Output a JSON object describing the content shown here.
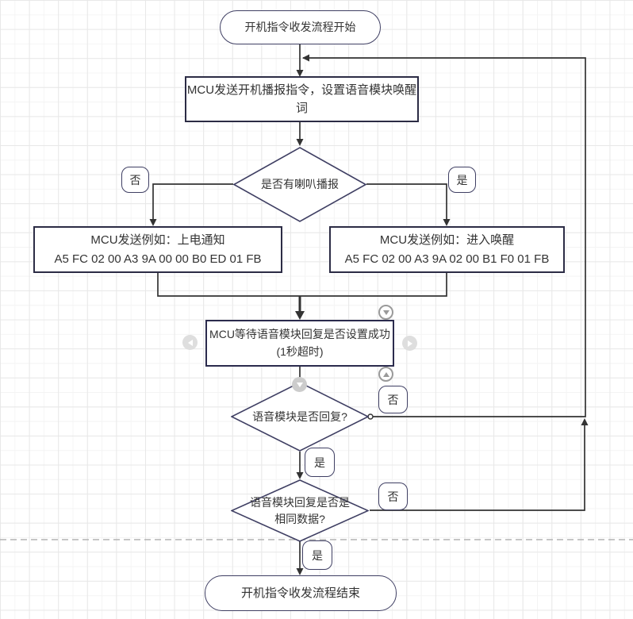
{
  "flowchart": {
    "start_label": "开机指令收发流程开始",
    "send_cmd_label": "MCU发送开机播报指令，设置语音模块唤醒词",
    "decision_speaker_label": "是否有喇叭播报",
    "no_label": "否",
    "yes_label": "是",
    "power_notice": {
      "line1": "MCU发送例如：上电通知",
      "line2": "A5 FC 02 00 A3 9A 00 00 B0 ED 01 FB"
    },
    "enter_wake": {
      "line1": "MCU发送例如：进入唤醒",
      "line2": "A5 FC 02 00 A3 9A 02 00 B1 F0 01 FB"
    },
    "wait_reply": {
      "line1": "MCU等待语音模块回复是否设置成功",
      "line2": "(1秒超时)"
    },
    "decision_reply_label": "语音模块是否回复?",
    "decision_same": {
      "line1": "语音模块回复是否是",
      "line2": "相同数据?"
    },
    "end_label": "开机指令收发流程结束"
  },
  "colors": {
    "terminal_border": "#3f3f63",
    "process_border": "#2c2c45",
    "connector": "#333333",
    "page_break": "#b3b3b3",
    "grid_minor": "#f4f4f4",
    "grid_major": "#e8e8e8",
    "hover_control_dark": "#9a9a9a",
    "hover_control_light": "#dedede"
  },
  "canvas_controls": {
    "top_right": "down-arrow",
    "left": "left-arrow",
    "right": "right-arrow",
    "bottom_right": "up-arrow",
    "bottom_center": "down-arrow"
  }
}
